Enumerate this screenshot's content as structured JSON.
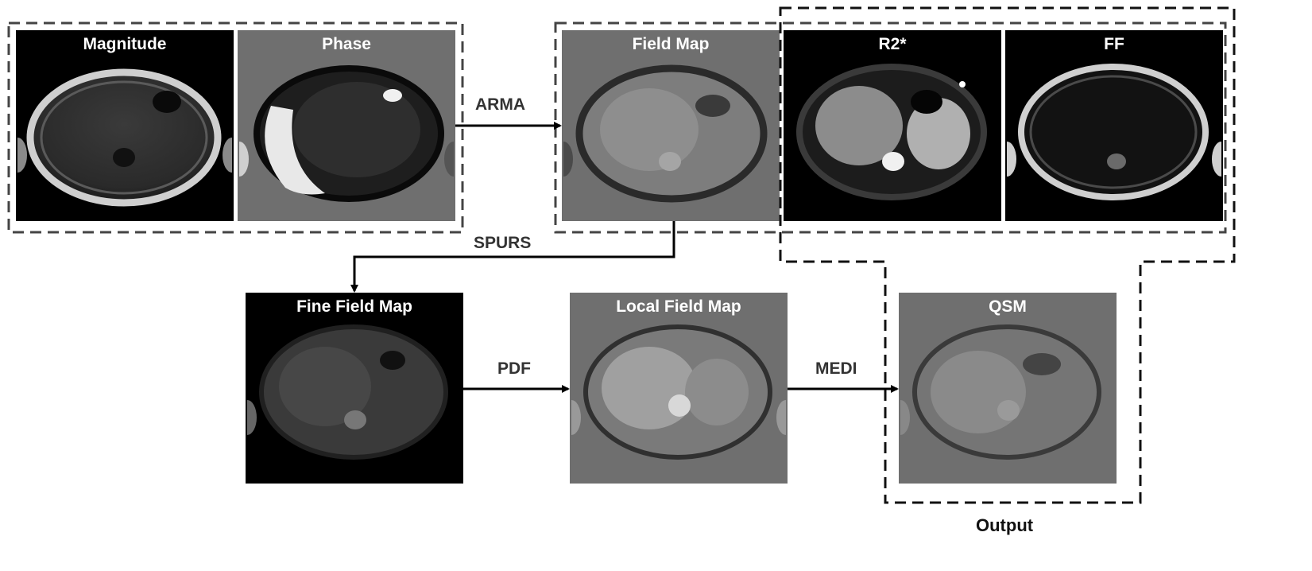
{
  "panels": {
    "magnitude": "Magnitude",
    "phase": "Phase",
    "field_map": "Field Map",
    "r2star": "R2*",
    "ff": "FF",
    "fine_field_map": "Fine Field Map",
    "local_field_map": "Local Field Map",
    "qsm": "QSM"
  },
  "steps": {
    "arma": "ARMA",
    "spurs": "SPURS",
    "pdf": "PDF",
    "medi": "MEDI"
  },
  "output_label": "Output",
  "colors": {
    "black_bg": "#000000",
    "gray_bg": "#6f6f6f",
    "dashed_border": "#444444",
    "arrow": "#000000"
  }
}
